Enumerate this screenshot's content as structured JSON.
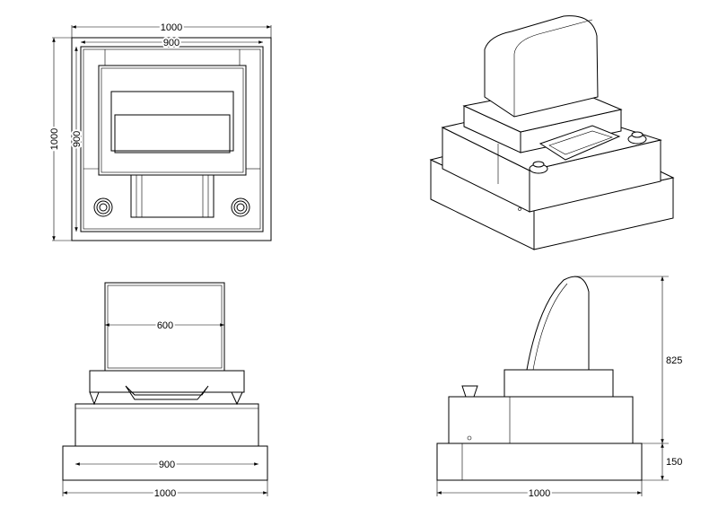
{
  "title": "Cash register dimension drawing",
  "views": {
    "top": {
      "width_outer": "1000",
      "width_inner": "900",
      "depth_outer": "1000",
      "depth_inner": "900"
    },
    "front": {
      "screen_width": "600",
      "body_width": "900",
      "base_width": "1000"
    },
    "side": {
      "height_upper": "825",
      "base_height": "150",
      "depth": "1000"
    }
  }
}
